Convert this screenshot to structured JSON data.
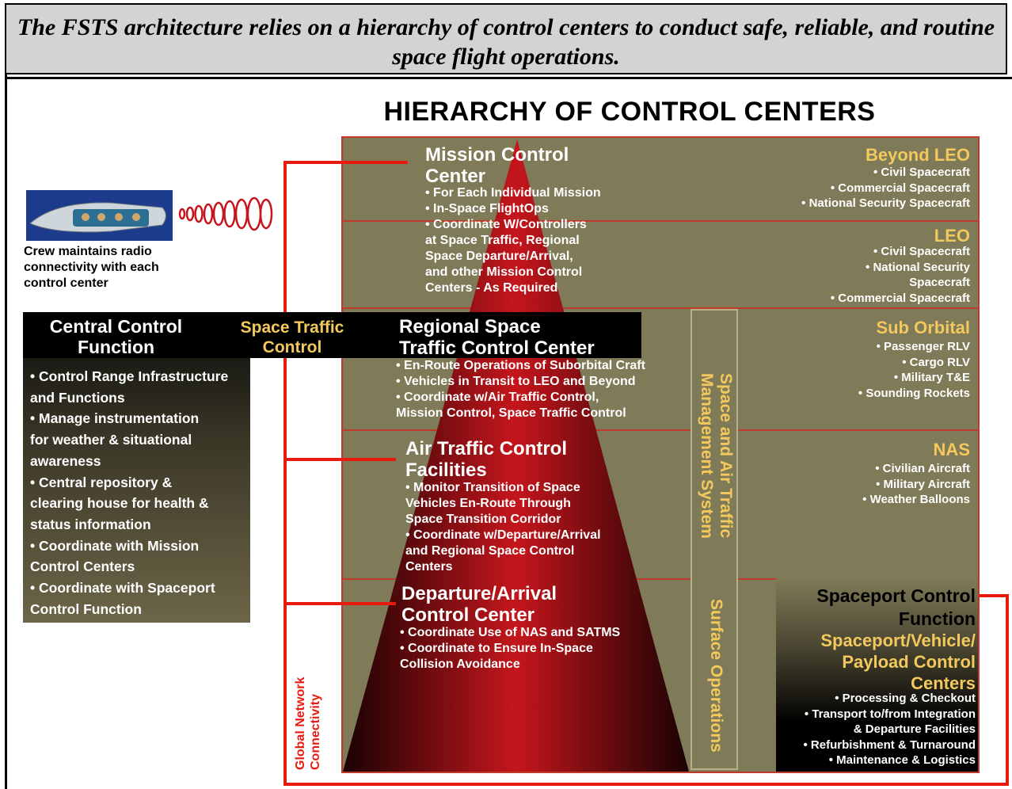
{
  "caption": "The FSTS architecture relies on a hierarchy of control centers to conduct safe, reliable, and routine space flight operations.",
  "title": "HIERARCHY OF CONTROL CENTERS",
  "crew_note": "Crew maintains radio\nconnectivity with each\ncontrol center",
  "central_control": {
    "title": "Central Control\nFunction",
    "items": "• Control Range Infrastructure\n   and Functions\n• Manage instrumentation\n  for weather & situational\n  awareness\n• Central repository &\n  clearing house for health &\n  status information\n• Coordinate with Mission\n  Control Centers\n• Coordinate with Spaceport\n  Control Function"
  },
  "space_traffic_control": "Space Traffic\nControl",
  "mission_control": {
    "title": "Mission Control\nCenter",
    "items": "• For Each Individual Mission\n• In-Space FlightOps\n• Coordinate W/Controllers\n   at Space Traffic, Regional\n   Space Departure/Arrival,\n   and other Mission Control\n   Centers - As Required"
  },
  "regional_center": {
    "title": "Regional Space\nTraffic Control Center",
    "items": "• En-Route Operations of Suborbital Craft\n• Vehicles in Transit to LEO and Beyond\n• Coordinate w/Air Traffic Control,\n   Mission Control, Space Traffic Control"
  },
  "air_traffic": {
    "title": "Air Traffic Control\nFacilities",
    "items": "• Monitor Transition of Space\n   Vehicles En-Route Through\n   Space Transition Corridor\n• Coordinate w/Departure/Arrival\n   and Regional Space Control\n   Centers"
  },
  "departure_arrival": {
    "title": "Departure/Arrival\nControl Center",
    "items": "• Coordinate Use of NAS and SATMS\n• Coordinate to Ensure In-Space\n   Collision Avoidance"
  },
  "bands": {
    "beyond_leo": {
      "label": "Beyond LEO",
      "items": "• Civil Spacecraft\n• Commercial Spacecraft\n• National Security Spacecraft"
    },
    "leo": {
      "label": "LEO",
      "items": "• Civil Spacecraft\n• National Security\nSpacecraft\n• Commercial Spacecraft"
    },
    "sub_orbital": {
      "label": "Sub Orbital",
      "items": "• Passenger RLV\n• Cargo RLV\n• Military T&E\n• Sounding Rockets"
    },
    "nas": {
      "label": "NAS",
      "items": "• Civilian Aircraft\n• Military Aircraft\n• Weather Balloons"
    }
  },
  "satms_label": "Space and Air Traffic\nManagement System",
  "surface_ops_label": "Surface Operations",
  "global_network": "Global Network\nConnectivity",
  "spaceport": {
    "title": "Spaceport Control\nFunction",
    "subtitle": "Spaceport/Vehicle/\nPayload Control\nCenters",
    "items": "• Processing & Checkout\n• Transport to/from Integration\n& Departure Facilities\n• Refurbishment & Turnaround\n• Maintenance & Logistics"
  },
  "colors": {
    "band": "#7f7a57",
    "accent_yellow": "#f3c95d",
    "link_red": "#e8190f",
    "pyramid_red": "#c4161c"
  }
}
